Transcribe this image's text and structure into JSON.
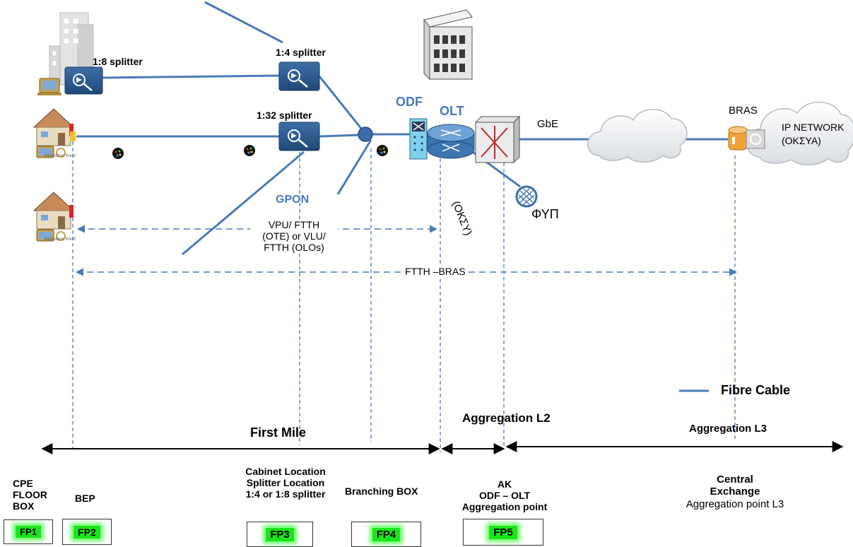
{
  "colors": {
    "fibre": "#4a7ab8",
    "label_blue": "#4a7ab8",
    "fp_green": "#19e619",
    "arrow": "#000000"
  },
  "icons": {
    "building": "office-building-icon",
    "house": "house-icon",
    "splitter": "splitter-icon",
    "odf": "odf-panel-icon",
    "olt": "router-icon",
    "switch": "switch-icon",
    "cloud": "cloud-icon",
    "bras": "bras-router-icon",
    "fyp": "fyp-node-icon",
    "server": "server-building-icon"
  },
  "labels": {
    "splitter_1_8": "1:8 splitter",
    "splitter_1_4": "1:4 splitter",
    "splitter_1_32": "1:32 splitter",
    "odf": "ODF",
    "olt": "OLT",
    "gbe": "GbE",
    "bras": "BRAS",
    "ip_network_1": "IP NETWORK",
    "ip_network_2": "(ΟΚΣΥΑ)",
    "gpon": "GPON",
    "oksy": "(ΟΚΣΥ)",
    "fyp": "ΦΥΠ",
    "vpu_1": "VPU/ FTTH",
    "vpu_2": "(OTE) or VLU/",
    "vpu_3": "FTTH (OLOs)",
    "ftth_bras": "FTTH  –BRAS",
    "house_caption": "Χαλκόδενο Κουτί"
  },
  "legend": {
    "fibre": "Fibre Cable"
  },
  "segments": {
    "first_mile": "First Mile",
    "aggregation_l2": "Aggregation L2",
    "aggregation_l3": "Aggregation L3"
  },
  "points": {
    "cpe": [
      "CPE",
      "FLOOR",
      "BOX"
    ],
    "bep": "BEP",
    "cabinet": [
      "Cabinet Location",
      "Splitter Location",
      "1:4 or 1:8  splitter"
    ],
    "branching": "Branching BOX",
    "ak": [
      "AK",
      "ODF – OLT",
      "Aggregation point"
    ],
    "central": [
      "Central",
      "Exchange",
      "Aggregation point L3"
    ]
  },
  "fp": {
    "fp1": "FP1",
    "fp2": "FP2",
    "fp3": "FP3",
    "fp4": "FP4",
    "fp5": "FP5"
  }
}
